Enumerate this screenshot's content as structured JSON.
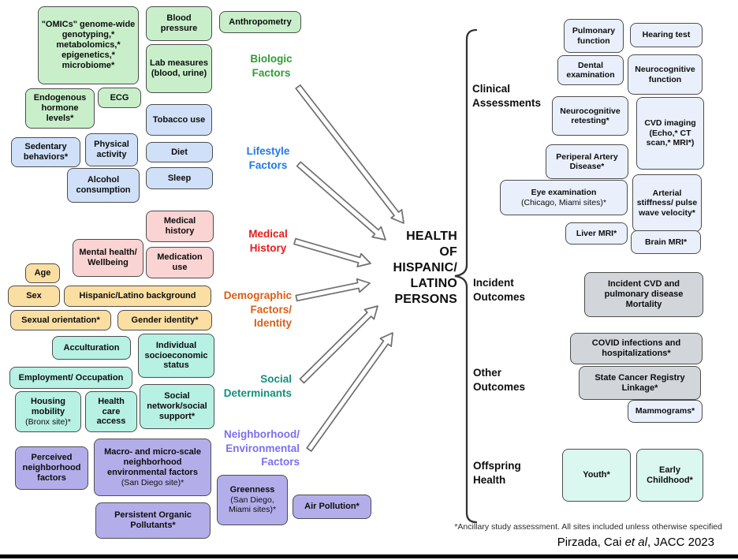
{
  "center_title": {
    "l1": "HEALTH",
    "l2": "OF",
    "l3": "HISPANIC/",
    "l4": "LATINO",
    "l5": "PERSONS"
  },
  "factor_labels": {
    "biologic": "Biologic Factors",
    "lifestyle": "Lifestyle Factors",
    "medical": "Medical History",
    "demographic": "Demographic Factors/ Identity",
    "social": "Social Determinants",
    "neighborhood": "Neighborhood/ Environmental Factors"
  },
  "section_labels": {
    "clinical": "Clinical Assessments",
    "incident": "Incident Outcomes",
    "other": "Other Outcomes",
    "offspring": "Offspring Health"
  },
  "boxes": {
    "omics": {
      "main": "\"OMICs\" genome-wide genotyping,* metabolomics,* epigenetics,* microbiome*"
    },
    "blood_pressure": {
      "main": "Blood pressure"
    },
    "anthropometry": {
      "main": "Anthropometry"
    },
    "lab_measures": {
      "main": "Lab measures (blood, urine)"
    },
    "endogenous": {
      "main": "Endogenous hormone levels*"
    },
    "ecg": {
      "main": "ECG"
    },
    "tobacco": {
      "main": "Tobacco use"
    },
    "sedentary": {
      "main": "Sedentary behaviors*"
    },
    "physical": {
      "main": "Physical activity"
    },
    "diet": {
      "main": "Diet"
    },
    "sleep": {
      "main": "Sleep"
    },
    "alcohol": {
      "main": "Alcohol consumption"
    },
    "medical_history": {
      "main": "Medical history"
    },
    "mental": {
      "main": "Mental health/ Wellbeing"
    },
    "medication": {
      "main": "Medication use"
    },
    "age": {
      "main": "Age"
    },
    "sex": {
      "main": "Sex"
    },
    "hispanic_background": {
      "main": "Hispanic/Latino background"
    },
    "sexual_orientation": {
      "main": "Sexual orientation*"
    },
    "gender_identity": {
      "main": "Gender identity*"
    },
    "acculturation": {
      "main": "Acculturation"
    },
    "individual_ses": {
      "main": "Individual socioeconomic status"
    },
    "employment": {
      "main": "Employment/ Occupation"
    },
    "housing": {
      "main": "Housing mobility",
      "sub": "(Bronx site)*"
    },
    "healthcare": {
      "main": "Health care access"
    },
    "social_network": {
      "main": "Social network/social support*"
    },
    "perceived": {
      "main": "Perceived neighborhood factors"
    },
    "macro": {
      "main": "Macro- and micro-scale neighborhood environmental factors",
      "sub": "(San Diego site)*"
    },
    "pop": {
      "main": "Persistent Organic Pollutants*"
    },
    "greenness": {
      "main": "Greenness",
      "sub": "(San Diego, Miami sites)*"
    },
    "air": {
      "main": "Air Pollution*"
    },
    "pulmonary": {
      "main": "Pulmonary function"
    },
    "hearing": {
      "main": "Hearing test"
    },
    "dental": {
      "main": "Dental examination"
    },
    "neuro_function": {
      "main": "Neurocognitive function"
    },
    "neuro_retest": {
      "main": "Neurocognitive retesting*"
    },
    "cvd_imaging": {
      "main": "CVD imaging (Echo,* CT scan,* MRI*)"
    },
    "pad": {
      "main": "Periperal Artery Disease*"
    },
    "eye": {
      "main": "Eye examination",
      "sub": "(Chicago, Miami sites)*"
    },
    "arterial": {
      "main": "Arterial stiffness/ pulse wave velocity*"
    },
    "liver": {
      "main": "Liver MRI*"
    },
    "brain": {
      "main": "Brain MRI*"
    },
    "incident_cvd": {
      "main": "Incident CVD and pulmonary disease Mortality"
    },
    "covid": {
      "main": "COVID infections and hospitalizations*"
    },
    "cancer": {
      "main": "State Cancer Registry Linkage*"
    },
    "mammograms": {
      "main": "Mammograms*"
    },
    "youth": {
      "main": "Youth*"
    },
    "early": {
      "main": "Early Childhood*"
    }
  },
  "footnote": "*Ancillary study assessment. All sites included unless otherwise specified",
  "citation": {
    "prefix": "Pirzada, Cai ",
    "italic": "et al",
    "suffix": ", JACC 2023"
  },
  "colors": {
    "biologic_fill": "#c8efca",
    "lifestyle_fill": "#cfe0f8",
    "medical_fill": "#fad3d3",
    "demographic_fill": "#fbdfa2",
    "social_fill": "#b6f1e3",
    "neighborhood_fill": "#b3aeea",
    "clinical_fill": "#e9f0fb",
    "outcome_fill": "#d2d6da",
    "offspring_fill": "#daf7f0",
    "biologic_label": "#2f9e32",
    "lifestyle_label": "#2079e8",
    "medical_label": "#e51d1d",
    "demographic_label": "#d95f14",
    "social_label": "#12917c",
    "neighborhood_label": "#7b6ff0"
  }
}
